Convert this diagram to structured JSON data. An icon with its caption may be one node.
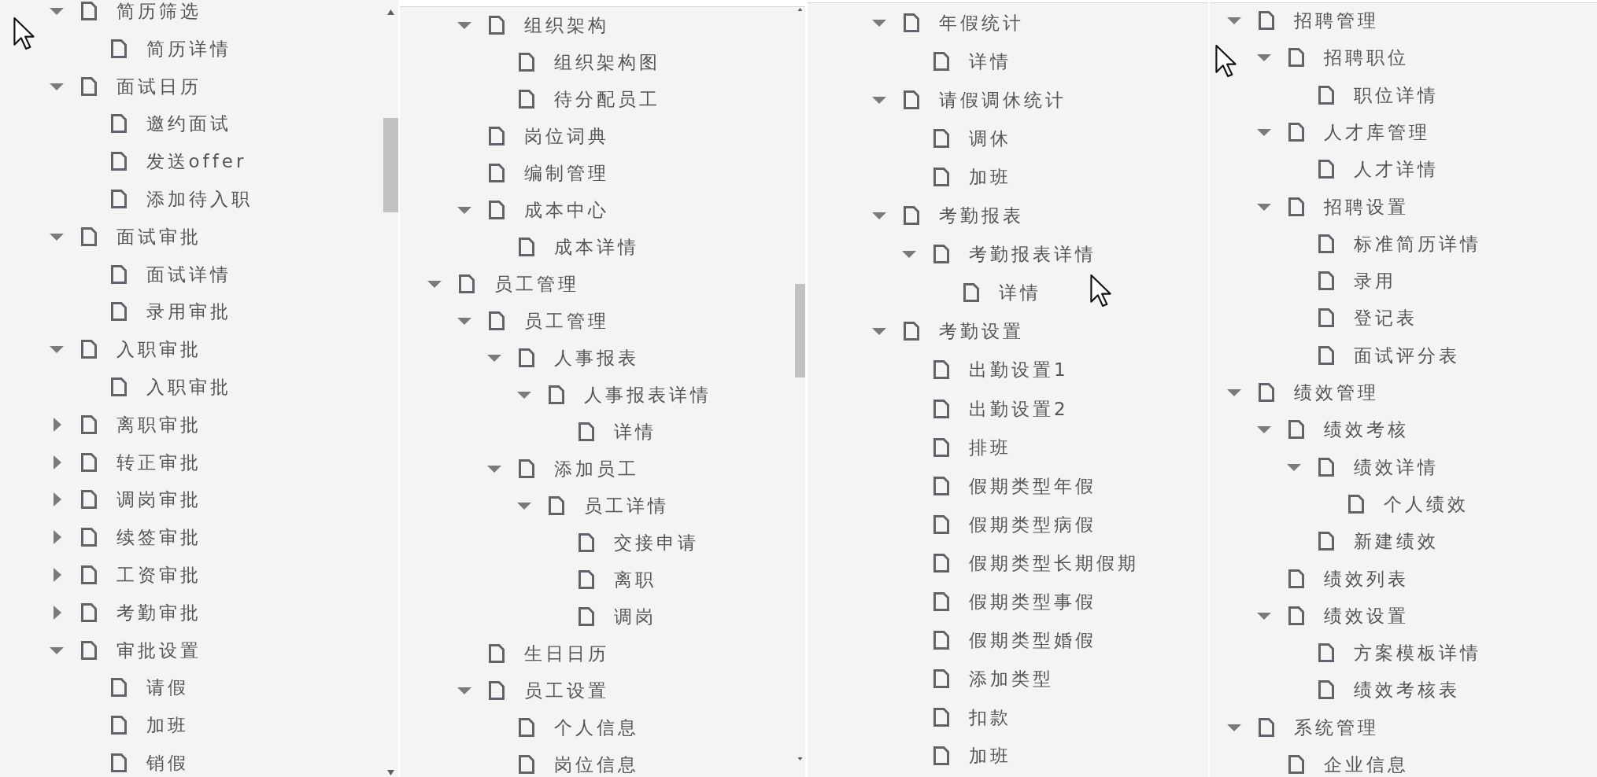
{
  "diagram": {
    "labels": [
      "简历筛选",
      "简历详情",
      "面试日历",
      "邀约面试",
      "发送offer",
      "添加待入职",
      "面试审批",
      "面试详情",
      "录用审批",
      "入职审批",
      "入职审批",
      "离职审批",
      "转正审批",
      "调岗审批",
      "续签审批",
      "工资审批",
      "考勤审批",
      "审批设置",
      "请假",
      "加班",
      "销假",
      "组织架构",
      "组织架构图",
      "待分配员工",
      "岗位词典",
      "编制管理",
      "成本中心",
      "成本详情",
      "员工管理",
      "员工管理",
      "人事报表",
      "人事报表详情",
      "详情",
      "添加员工",
      "员工详情",
      "交接申请",
      "离职",
      "调岗",
      "生日日历",
      "员工设置",
      "个人信息",
      "岗位信息",
      "年假统计",
      "详情",
      "请假调休统计",
      "调休",
      "加班",
      "考勤报表",
      "考勤报表详情",
      "详情",
      "考勤设置",
      "出勤设置1",
      "出勤设置2",
      "排班",
      "假期类型年假",
      "假期类型病假",
      "假期类型长期假期",
      "假期类型事假",
      "假期类型婚假",
      "添加类型",
      "扣款",
      "加班",
      "招聘管理",
      "招聘职位",
      "职位详情",
      "人才库管理",
      "人才详情",
      "招聘设置",
      "标准简历详情",
      "录用",
      "登记表",
      "面试评分表",
      "绩效管理",
      "绩效考核",
      "绩效详情",
      "个人绩效",
      "新建绩效",
      "绩效列表",
      "绩效设置",
      "方案模板详情",
      "绩效考核表",
      "系统管理",
      "企业信息"
    ]
  }
}
